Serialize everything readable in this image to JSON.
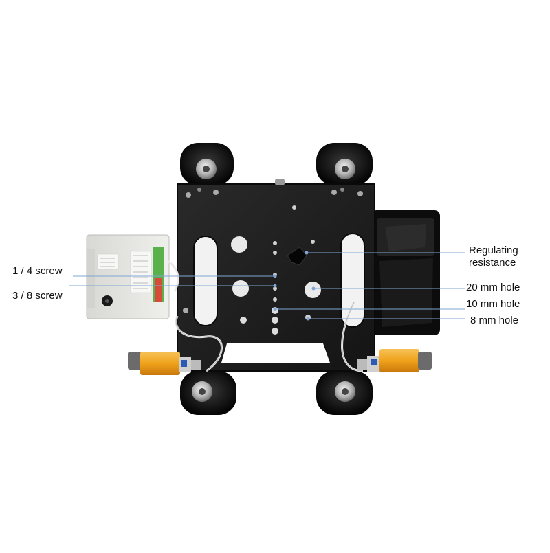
{
  "labels": {
    "quarter_screw": "1 / 4 screw",
    "three_eighths_screw": "3 / 8 screw",
    "regulating_resistance_line1": "Regulating",
    "regulating_resistance_line2": "resistance",
    "hole_20mm": "20 mm hole",
    "hole_10mm": "10 mm hole",
    "hole_8mm": "8 mm hole"
  },
  "colors": {
    "plate": "#1a1a1a",
    "wheel_hub": "#c9c9c9",
    "sensor_body": "#f0a21b",
    "controller_box": "#e6e6e3",
    "callout_line": "#7fa6d6",
    "battery": "#0c0c0c"
  }
}
